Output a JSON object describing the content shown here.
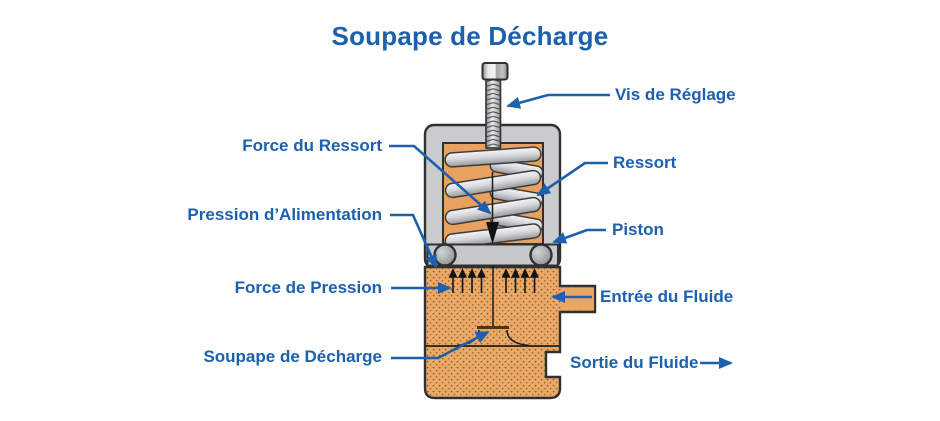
{
  "title": "Soupape de Décharge",
  "callouts": {
    "vis_de_reglage": "Vis de Réglage",
    "ressort": "Ressort",
    "piston": "Piston",
    "entree_du_fluide": "Entrée du Fluide",
    "sortie_du_fluide": "Sortie du Fluide",
    "force_du_ressort": "Force du Ressort",
    "pression_alimentation": "Pression d’Alimentation",
    "force_de_pression": "Force de Pression",
    "soupape_de_decharge": "Soupape de Décharge"
  },
  "colors": {
    "accent_blue": "#1C60AE",
    "chamber_orange": "#E8A15E",
    "fluid_orange": "#EBA967",
    "metal_gray": "#C9CBCD",
    "outline_dark": "#2E3032"
  }
}
